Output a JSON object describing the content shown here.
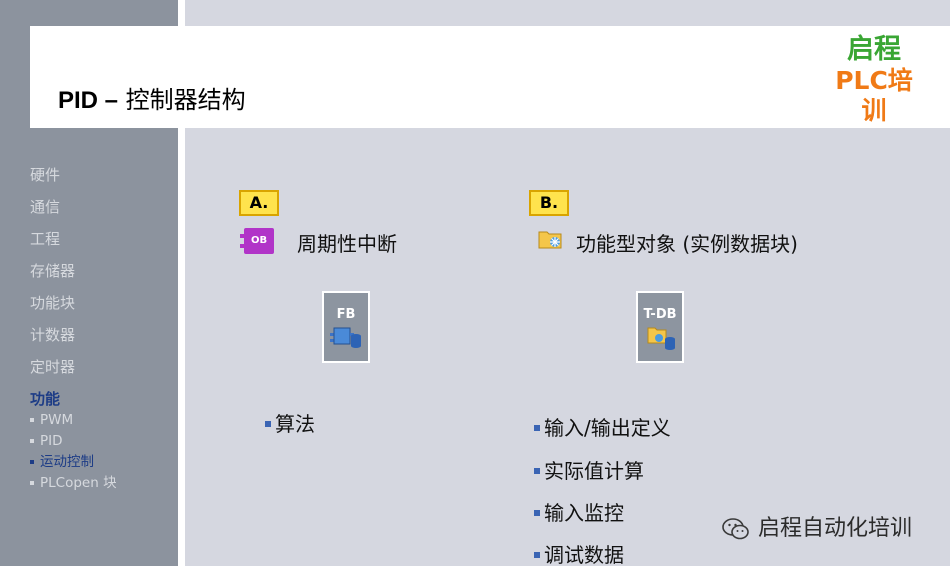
{
  "header": {
    "title_prefix": "PID –",
    "title_rest": " 控制器结构",
    "logo_line1": "启程",
    "logo_line2": "PLC培训"
  },
  "sidebar": {
    "items": [
      "硬件",
      "通信",
      "工程",
      "存储器",
      "功能块",
      "计数器",
      "定时器"
    ],
    "active": "功能",
    "subitems": [
      "PWM",
      "PID",
      "运动控制",
      "PLCopen 块"
    ],
    "active_subitem_index": 2
  },
  "section_a": {
    "label": "A.",
    "icon": "ob-icon",
    "icon_text": "OB",
    "text": "周期性中断",
    "block_caption": "FB",
    "bullets": [
      "算法"
    ]
  },
  "section_b": {
    "label": "B.",
    "icon": "instance-db-folder-icon",
    "text": "功能型对象 (实例数据块)",
    "block_caption": "T-DB",
    "bullets": [
      "输入/输出定义",
      "实际值计算",
      "输入监控",
      "调试数据"
    ]
  },
  "watermark": {
    "text": "启程自动化培训",
    "icon": "wechat-icon"
  },
  "colors": {
    "sidebar_bg": "#8c939e",
    "main_bg": "#d5d7e0",
    "active_nav": "#1d3c86",
    "label_yellow": "#ffe34d",
    "ob_purple": "#b134c8",
    "logo_green": "#3aa634",
    "logo_orange": "#f07a16"
  }
}
